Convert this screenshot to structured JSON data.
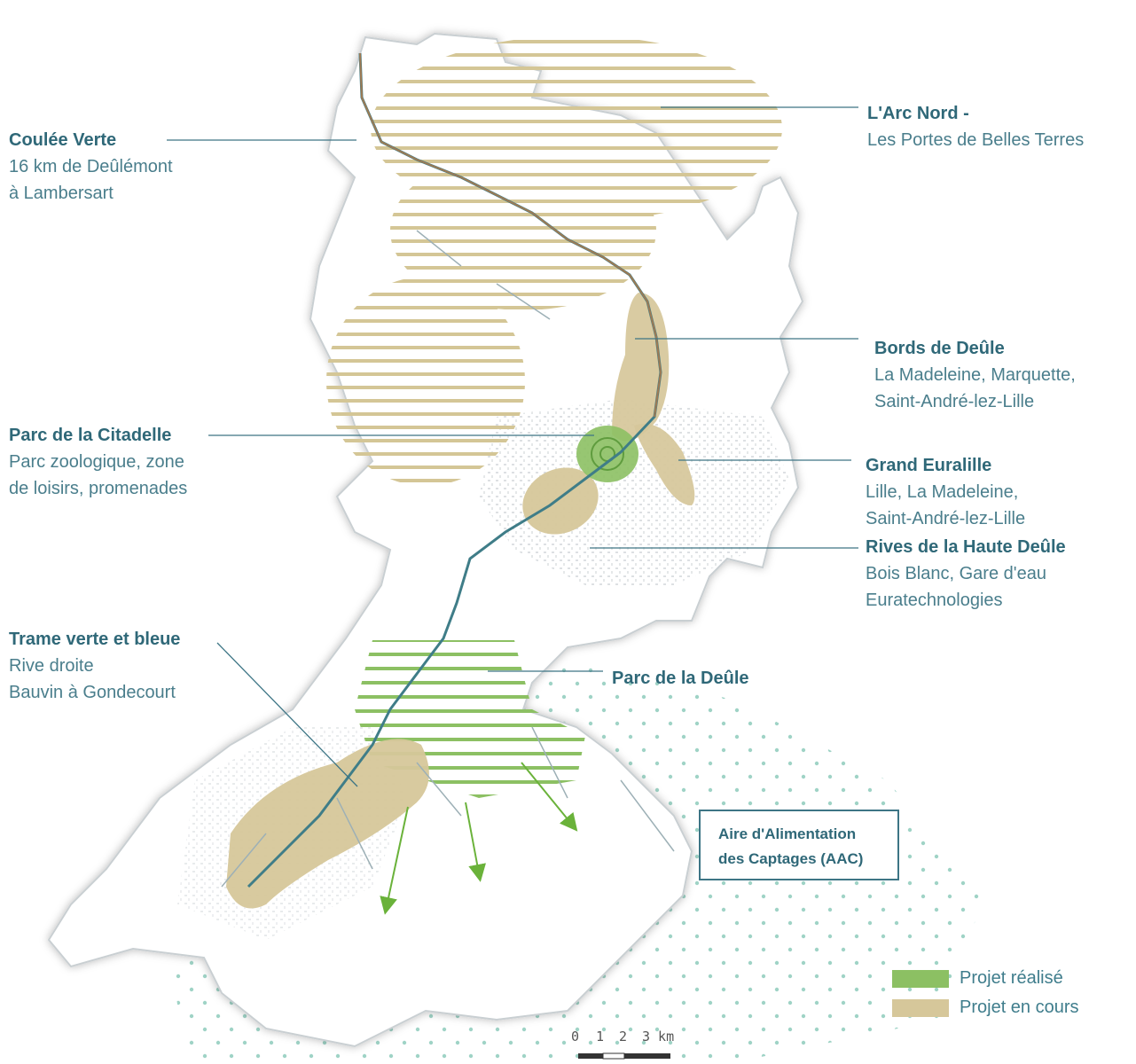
{
  "labels": {
    "coulee": {
      "title": "Coulée Verte",
      "lines": [
        "16 km de Deûlémont",
        "à Lambersart"
      ]
    },
    "arc_nord": {
      "title": "L'Arc Nord -",
      "lines": [
        "Les Portes de Belles Terres"
      ]
    },
    "bords": {
      "title": "Bords de Deûle",
      "lines": [
        "La Madeleine, Marquette,",
        "Saint-André-lez-Lille"
      ]
    },
    "citadelle": {
      "title": "Parc de la Citadelle",
      "lines": [
        "Parc zoologique, zone",
        "de loisirs, promenades"
      ]
    },
    "euralille": {
      "title": "Grand Euralille",
      "lines": [
        "Lille, La Madeleine,",
        "Saint-André-lez-Lille"
      ]
    },
    "rives": {
      "title": "Rives de la Haute Deûle",
      "lines": [
        "Bois Blanc, Gare d'eau",
        "Euratechnologies"
      ]
    },
    "trame": {
      "title": "Trame verte et bleue",
      "lines": [
        "Rive droite",
        "Bauvin à Gondecourt"
      ]
    },
    "parc_deule": {
      "title": "Parc de la Deûle",
      "lines": []
    }
  },
  "aac": {
    "line1": "Aire d'Alimentation",
    "line2": "des Captages (AAC)"
  },
  "legend": [
    {
      "label": "Projet réalisé",
      "color": "#8cc063"
    },
    {
      "label": "Projet en cours",
      "color": "#d6c79a"
    }
  ],
  "scale": {
    "ticks": [
      "0",
      "1",
      "2",
      "3 km"
    ]
  },
  "colors": {
    "realise": "#8cc063",
    "en_cours": "#d6c79a",
    "hatch_encours": "#d4c696",
    "leader": "#3d7585",
    "dots": "#9fd3c6",
    "arrows": "#6ab23a",
    "river": "#3f7d88"
  }
}
